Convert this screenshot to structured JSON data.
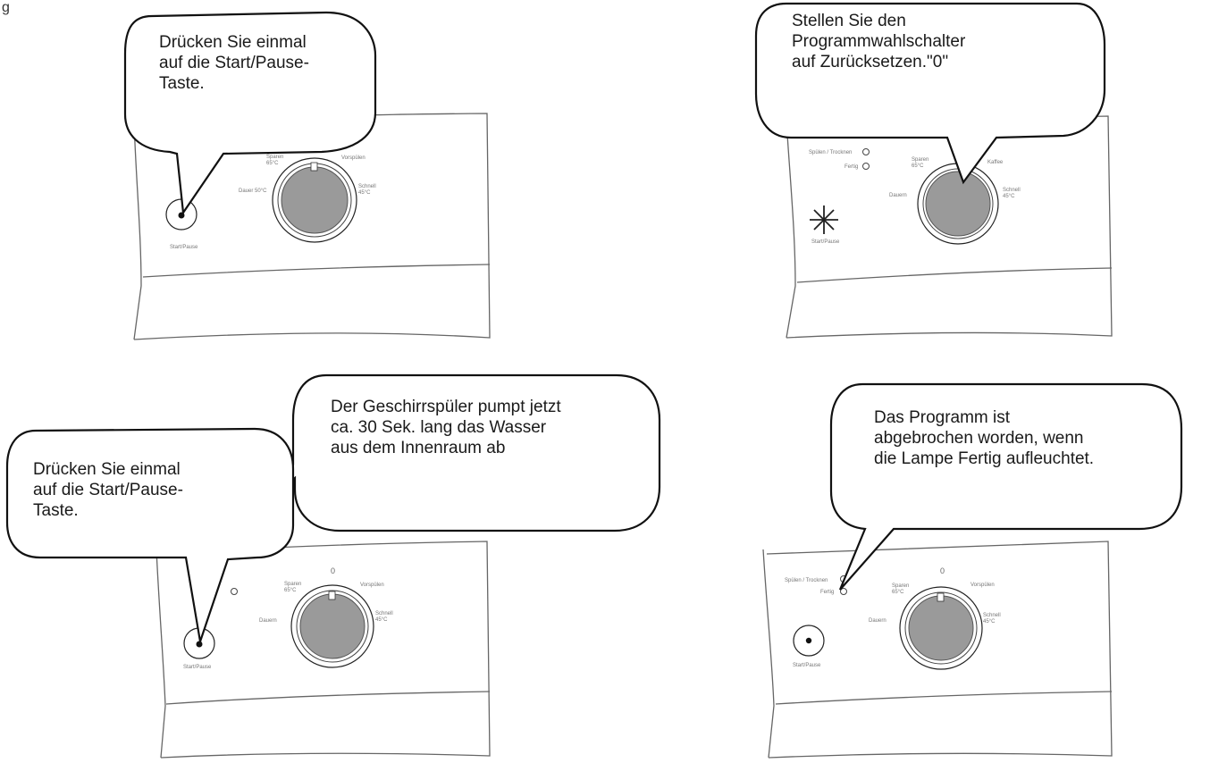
{
  "corner_mark": "g",
  "panels": [
    {
      "id": "step1",
      "bubbles": [
        {
          "lines": "Drücken Sie einmal\nauf die Start/Pause-\nTaste."
        }
      ]
    },
    {
      "id": "step2",
      "bubbles": [
        {
          "lines": "Stellen Sie den\nProgrammwahlschalter\nauf Zurücksetzen.\"0\""
        }
      ]
    },
    {
      "id": "step3",
      "bubbles": [
        {
          "lines": "Der Geschirrspüler pumpt jetzt\nca. 30 Sek. lang das Wasser\naus dem Innenraum ab"
        },
        {
          "lines": "Drücken Sie einmal\nauf die Start/Pause-\nTaste."
        }
      ]
    },
    {
      "id": "step4",
      "bubbles": [
        {
          "lines": "Das Programm ist\nabgebrochen worden, wenn\ndie Lampe Fertig aufleuchtet."
        }
      ]
    }
  ],
  "dial_zero": "0",
  "colors": {
    "knob": "#9a9a9a",
    "outline": "#111111",
    "panel_line": "#555555"
  }
}
